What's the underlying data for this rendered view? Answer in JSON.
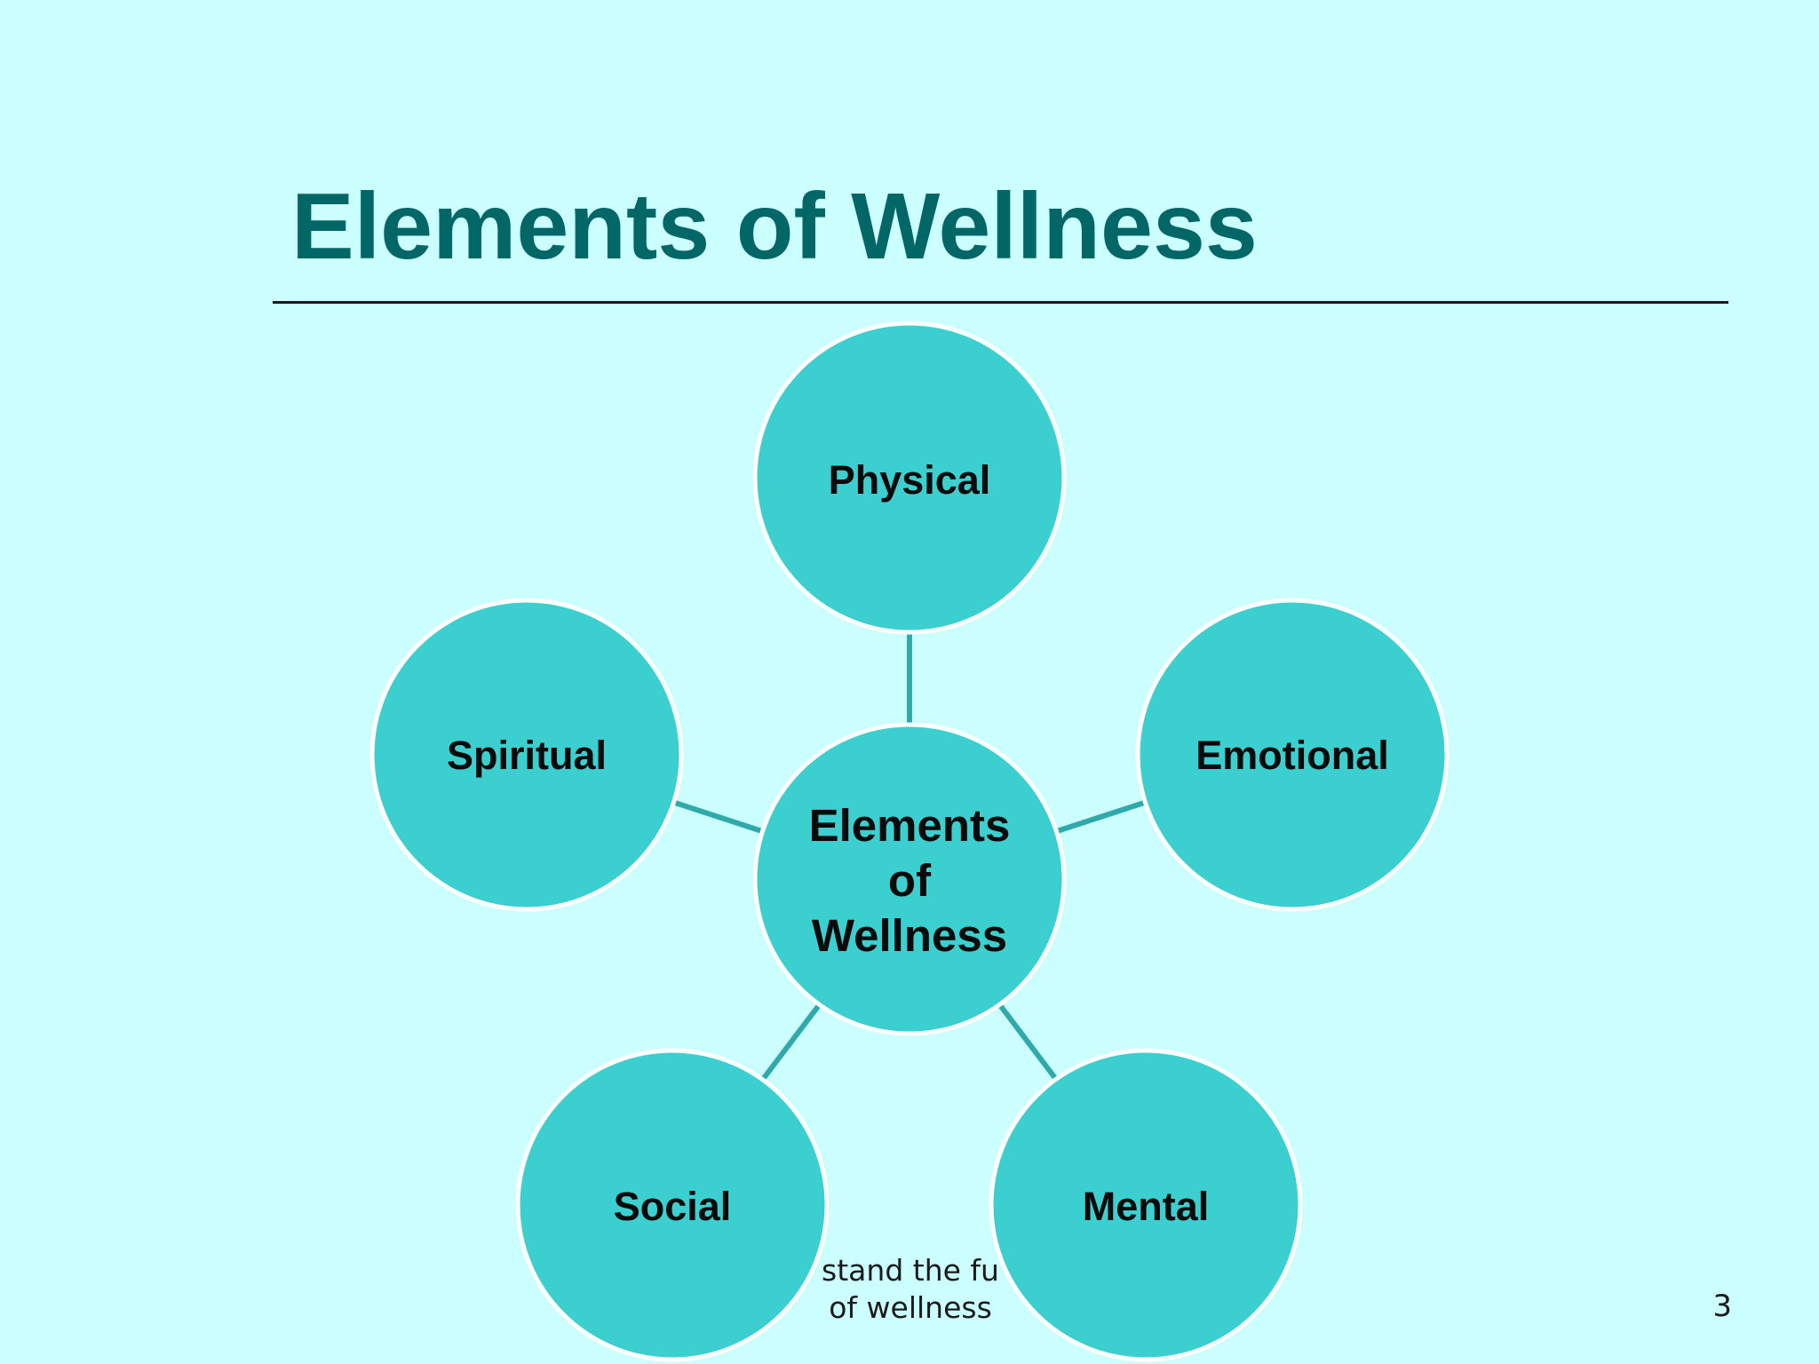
{
  "slide": {
    "title": "Elements of Wellness",
    "footer": "stand the fu\nof wellness",
    "page_number": "3"
  },
  "diagram": {
    "center": "Elements of Wellness",
    "nodes": [
      "Physical",
      "Emotional",
      "Mental",
      "Social",
      "Spiritual"
    ],
    "colors": {
      "node_fill": "#3ccfcf",
      "node_outline": "#ffffff",
      "connector": "#2fa9a9",
      "label": "#0a0a0a"
    }
  }
}
